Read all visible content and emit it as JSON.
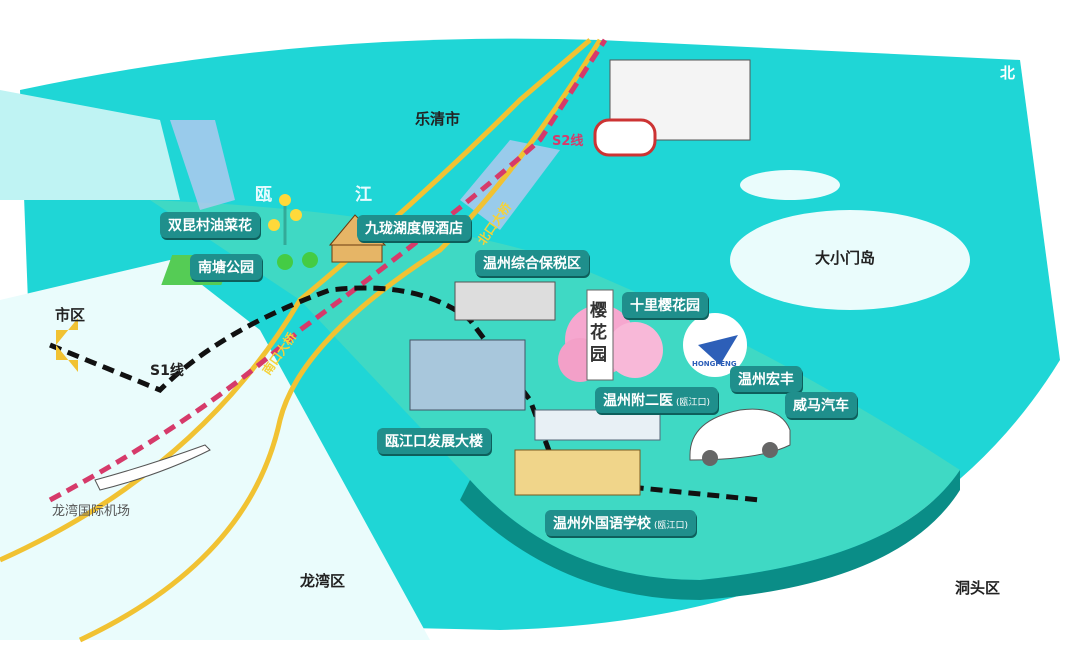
{
  "places": {
    "yueqing": "乐清市",
    "daxiaomen": "大小门岛",
    "dongtou": "洞头区",
    "longwan": "龙湾区",
    "shiqu": "市区",
    "airport": "龙湾国际机场",
    "compass": "北"
  },
  "river": {
    "char1": "瓯",
    "char2": "江"
  },
  "lines": {
    "s1": "S1线",
    "s2": "S2线"
  },
  "bridges": {
    "north": "北口大桥",
    "south": "南口大桥"
  },
  "landmarks": {
    "rapeseed": "双昆村油菜花",
    "hotel": "九珑湖度假酒店",
    "park": "南塘公园",
    "bonded": "温州综合保税区",
    "cherry": "十里樱花园",
    "cherry_sign": "樱花园",
    "hongfeng_logo": "HONGFENG",
    "hongfeng": "温州宏丰",
    "hospital": "温州附二医",
    "hospital_note": "(瓯江口)",
    "weima": "威马汽车",
    "tower": "瓯江口发展大楼",
    "school": "温州外国语学校",
    "school_note": "(瓯江口)"
  },
  "colors": {
    "sea": "#1fd6d6",
    "land": "#3fd9c4",
    "label": "#1f8f8c",
    "rail_red": "#d63a6a",
    "road_yellow": "#f1c232"
  }
}
